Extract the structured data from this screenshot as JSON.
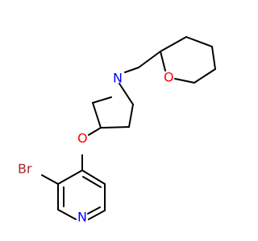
{
  "molecule": {
    "atoms": {
      "br": {
        "text": "Br",
        "color": "#a52a2a"
      },
      "o_ether": {
        "text": "O",
        "color": "#ff0000"
      },
      "n_pyrrolidine": {
        "text": "N",
        "color": "#0000ff"
      },
      "o_ring": {
        "text": "O",
        "color": "#ff0000"
      },
      "n_pyridine": {
        "text": "N",
        "color": "#0000ff"
      }
    },
    "bond_color": "#000000",
    "background": "#ffffff"
  }
}
